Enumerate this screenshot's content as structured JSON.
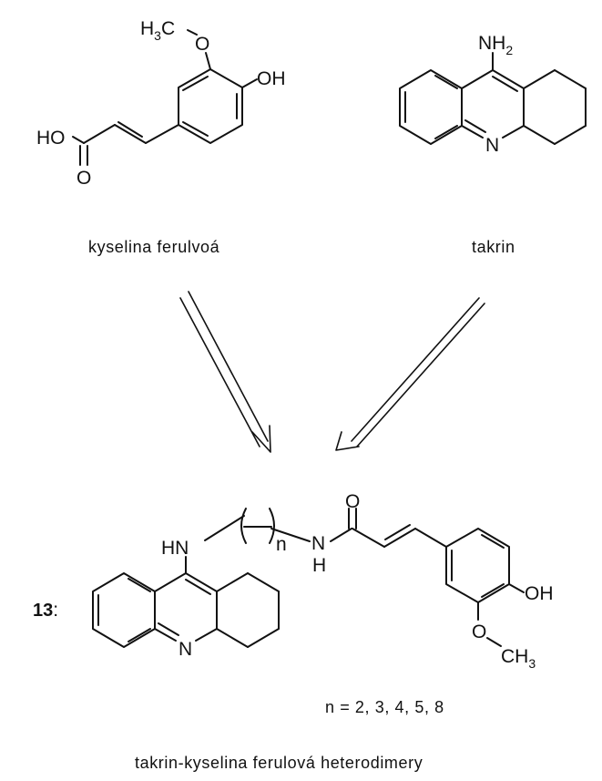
{
  "molecules": {
    "ferulic_acid": {
      "caption": "kyselina ferulvoá",
      "labels": {
        "ho": "HO",
        "o_carbonyl": "O",
        "oh": "OH",
        "methoxy_o": "O",
        "h3c": "H",
        "h3c_sub": "3",
        "h3c_c": "C"
      }
    },
    "tacrine": {
      "caption": "takrin",
      "labels": {
        "nh2": "NH",
        "nh2_sub": "2",
        "n": "N"
      }
    },
    "heterodimer": {
      "compound_number": "13",
      "colon": ":",
      "labels": {
        "hn": "HN",
        "n_index": "n",
        "n_amide": "N",
        "h_amide": "H",
        "o_carbonyl": "O",
        "oh": "OH",
        "methoxy_o": "O",
        "ch3": "CH",
        "ch3_sub": "3",
        "ring_n": "N"
      },
      "n_values": "n = 2, 3, 4, 5, 8",
      "caption": "takrin-kyselina ferulová heterodimery"
    }
  }
}
